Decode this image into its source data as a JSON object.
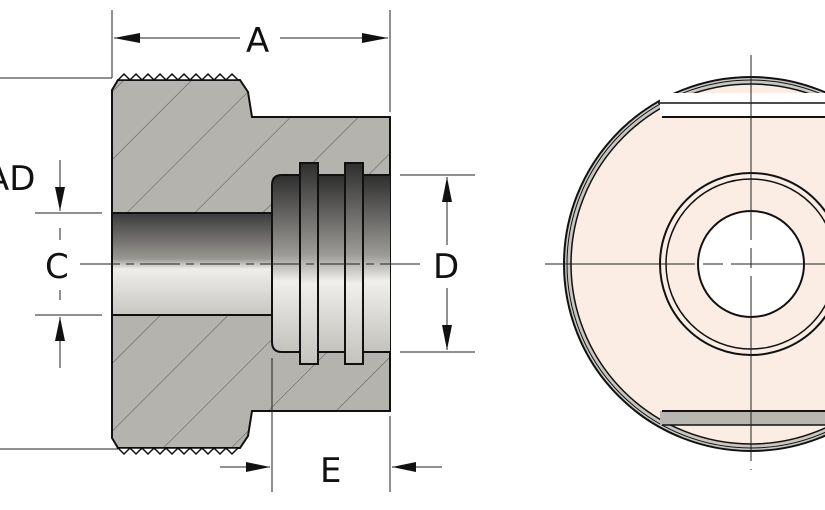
{
  "drawing": {
    "labels": {
      "a": "A",
      "thread": "AD",
      "c": "C",
      "d": "D",
      "e": "E"
    },
    "colors": {
      "section_fill": "#b4b3ae",
      "end_view_fill": "#fbede3",
      "line": "#111111"
    }
  }
}
